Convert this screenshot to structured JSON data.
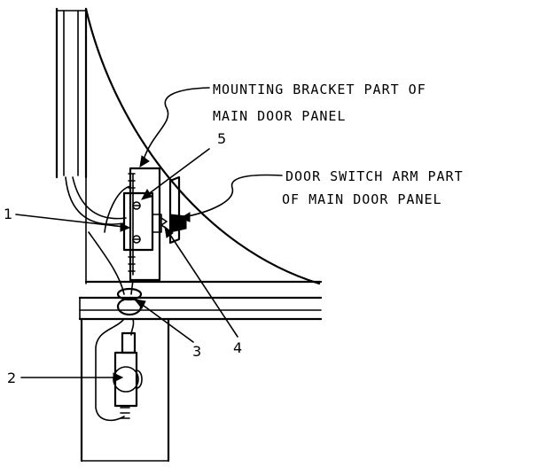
{
  "callouts": {
    "mounting_bracket_line1": "MOUNTING BRACKET PART OF",
    "mounting_bracket_line2": "MAIN DOOR PANEL",
    "door_switch_arm_line1": "DOOR SWITCH ARM PART",
    "door_switch_arm_line2": "OF MAIN DOOR PANEL"
  },
  "part_numbers": {
    "p1": "1",
    "p2": "2",
    "p3": "3",
    "p4": "4",
    "p5": "5"
  }
}
